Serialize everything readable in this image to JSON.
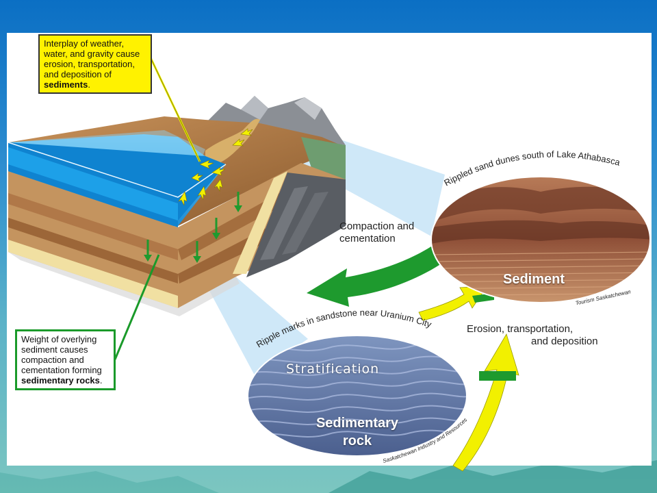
{
  "callouts": {
    "top": {
      "line1": "Interplay of weather,",
      "line2": "water, and gravity cause",
      "line3": "erosion, transportation,",
      "line4": "and deposition of",
      "bold": "sediments",
      "suffix": "."
    },
    "bottom": {
      "line1": "Weight of overlying",
      "line2": "sediment causes",
      "line3": "compaction and",
      "line4": "cementation forming",
      "bold": "sedimentary rocks",
      "suffix": "."
    }
  },
  "labels": {
    "compaction_line1": "Compaction and",
    "compaction_line2": "cementation",
    "erosion_line1": "Erosion, transportation,",
    "erosion_line2": "and deposition"
  },
  "photos": {
    "sediment": {
      "arc_caption": "Rippled sand dunes south of Lake Athabasca",
      "title": "Sediment",
      "credit": "Tourism Saskatchewan"
    },
    "rock": {
      "arc_caption": "Ripple marks in sandstone near Uranium City",
      "title_line1": "Sedimentary",
      "title_line2": "rock",
      "credit": "Saskatchewan Industry and Resources",
      "overlay": "Stratification"
    }
  },
  "colors": {
    "header_blue": "#0b6fc4",
    "callout_yellow": "#fff200",
    "callout_green_border": "#1a9a2a",
    "arrow_green": "#1e9a2e",
    "arrow_yellow": "#f2f000"
  }
}
